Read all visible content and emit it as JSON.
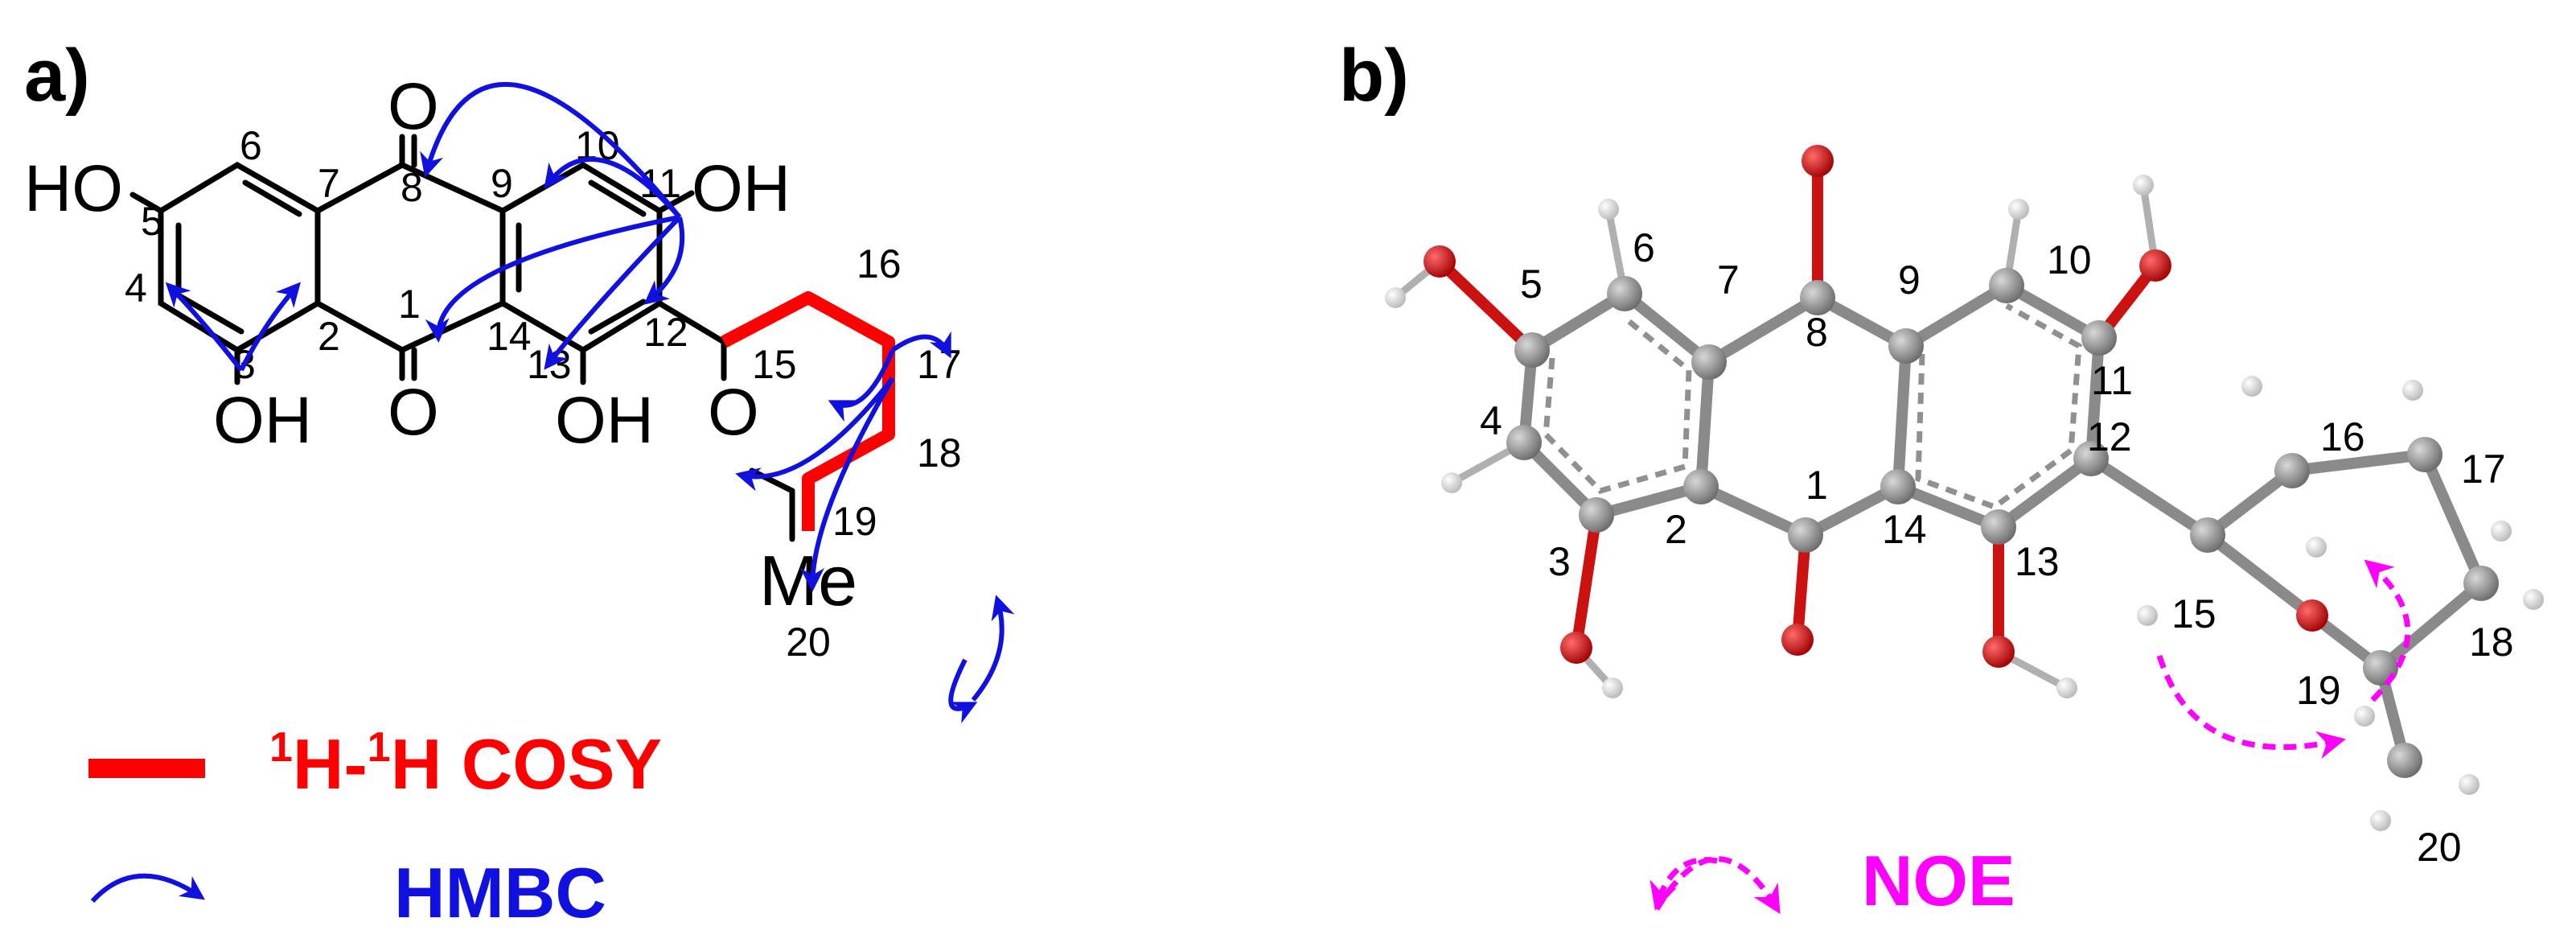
{
  "panels": {
    "a": "a)",
    "b": "b)"
  },
  "panel_a": {
    "atoms": {
      "O8": "O",
      "O1": "O",
      "O19": "O",
      "HO5": "HO",
      "OH3": "OH",
      "OH13": "OH",
      "OH11": "OH",
      "Me": "Me"
    },
    "numbers": [
      "1",
      "2",
      "3",
      "4",
      "5",
      "6",
      "7",
      "8",
      "9",
      "10",
      "11",
      "12",
      "13",
      "14",
      "15",
      "16",
      "17",
      "18",
      "19",
      "20"
    ]
  },
  "legend": {
    "cosy_sup1": "1",
    "cosy_h1": "H-",
    "cosy_sup2": "1",
    "cosy_h2": "H COSY",
    "hmbc": "HMBC",
    "noe": "NOE"
  },
  "panel_b": {
    "numbers": [
      "1",
      "2",
      "3",
      "4",
      "5",
      "6",
      "7",
      "8",
      "9",
      "10",
      "11",
      "12",
      "13",
      "14",
      "15",
      "16",
      "17",
      "18",
      "19",
      "20"
    ]
  },
  "colors": {
    "cosy": "#ff0000",
    "hmbc": "#1010e0",
    "noe": "#ff00ff",
    "carbon": "#8a8a8a",
    "oxygen": "#cc1111",
    "hydrogen": "#e8e8e8"
  }
}
